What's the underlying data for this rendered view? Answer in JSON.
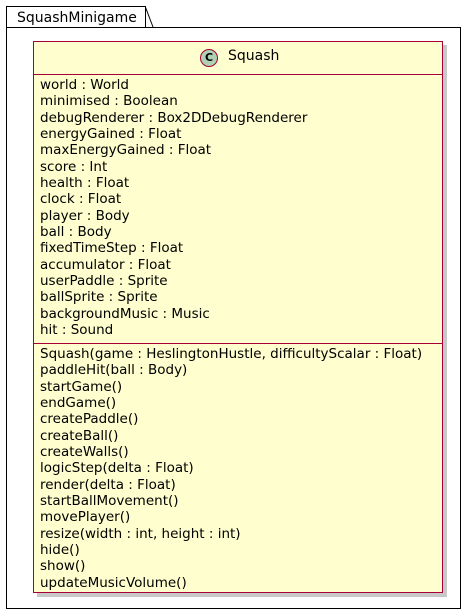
{
  "package": {
    "name": "SquashMinigame"
  },
  "class": {
    "stereotype_icon": "C",
    "name": "Squash",
    "fields": [
      "world : World",
      "minimised : Boolean",
      "debugRenderer : Box2DDebugRenderer",
      "energyGained : Float",
      "maxEnergyGained : Float",
      "score : Int",
      "health : Float",
      "clock : Float",
      "player : Body",
      "ball : Body",
      "fixedTimeStep : Float",
      "accumulator : Float",
      "userPaddle : Sprite",
      "ballSprite : Sprite",
      "backgroundMusic : Music",
      "hit : Sound"
    ],
    "methods": [
      "Squash(game : HeslingtonHustle, difficultyScalar : Float)",
      "paddleHit(ball : Body)",
      "startGame()",
      "endGame()",
      "createPaddle()",
      "createBall()",
      "createWalls()",
      "logicStep(delta : Float)",
      "render(delta : Float)",
      "startBallMovement()",
      "movePlayer()",
      "resize(width : int, height : int)",
      "hide()",
      "show()",
      "updateMusicVolume()"
    ]
  },
  "colors": {
    "class_fill": "#fefece",
    "class_border": "#a80036",
    "icon_fill": "#add1b2",
    "shadow": "#c8c8c8"
  }
}
